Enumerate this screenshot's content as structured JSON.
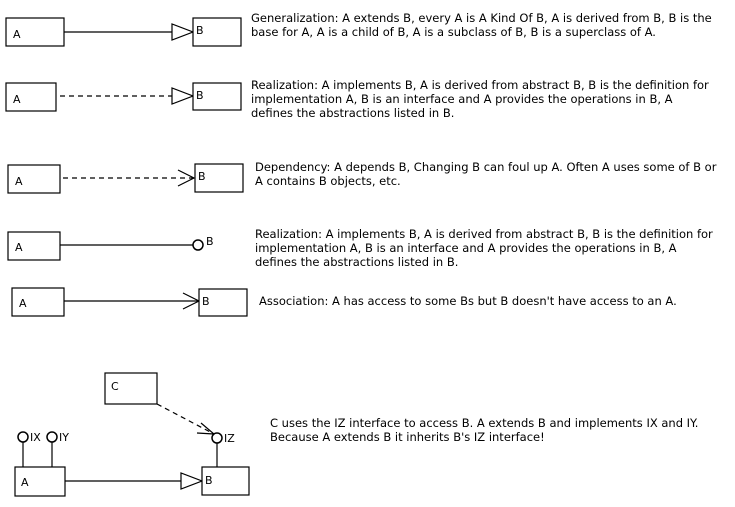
{
  "rows": [
    {
      "kind": "generalization",
      "source": "A",
      "target": "B",
      "text": "Generalization:  A extends B, every A is A Kind Of B, A is derived from B, B is the base for A, A is a child of B, A is a subclass of B, B is a superclass of A."
    },
    {
      "kind": "realization",
      "source": "A",
      "target": "B",
      "text": "Realization:  A implements B, A is derived from abstract B, B is the definition for implementation A, B is an interface and A provides the operations in  B, A defines the abstractions listed in B."
    },
    {
      "kind": "dependency",
      "source": "A",
      "target": "B",
      "text": "Dependency:  A depends B,  Changing B can foul up A. Often A uses some of B or A contains B objects, etc."
    },
    {
      "kind": "realization-lollipop",
      "source": "A",
      "target": "B",
      "text": "Realization:  A implements B, A is derived from abstract B, B is the definition for implementation A, B is an interface and A provides the operations in  B, A defines the abstractions listed in B."
    },
    {
      "kind": "association",
      "source": "A",
      "target": "B",
      "text": "Association:  A has access to some Bs but B doesn't have access to an A."
    }
  ],
  "composite": {
    "c_label": "C",
    "a_label": "A",
    "b_label": "B",
    "iz_label": "IZ",
    "ix_label": "IX",
    "iy_label": "IY",
    "text": "C uses the IZ interface to access B. A extends B and implements IX and IY.  Because A extends B it inherits B's IZ interface!"
  }
}
